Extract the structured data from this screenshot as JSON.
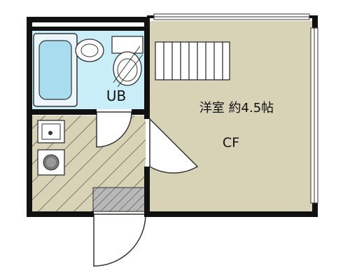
{
  "rooms": {
    "bath": {
      "label": "UB"
    },
    "western_room": {
      "label": "洋室 約4.5帖"
    },
    "closet": {
      "label": "CF"
    }
  },
  "colors": {
    "wall": "#111111",
    "room_floor": "#d8d2b6",
    "bath_floor": "#c9eef7",
    "tub": "#a9dcee",
    "kitchen_floor": "#d8d2b6",
    "hatch": "#3a3a3a",
    "entrance": "#b8b8b8"
  }
}
